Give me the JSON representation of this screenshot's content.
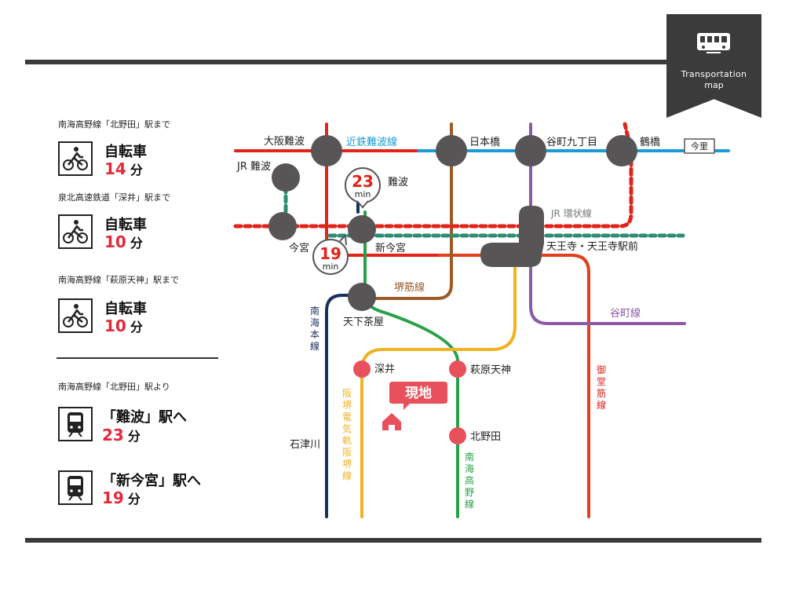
{
  "badge": {
    "line1": "Transportation",
    "line2": "map"
  },
  "routes": [
    {
      "caption": "南海高野線「北野田」駅まで",
      "mode_icon": "bicycle-icon",
      "mode": "自転車",
      "time": "14",
      "unit": "分"
    },
    {
      "caption": "泉北高速鉄道「深井」駅まで",
      "mode_icon": "bicycle-icon",
      "mode": "自転車",
      "time": "10",
      "unit": "分"
    },
    {
      "caption": "南海高野線「萩原天神」駅まで",
      "mode_icon": "bicycle-icon",
      "mode": "自転車",
      "time": "10",
      "unit": "分"
    }
  ],
  "train_caption": "南海高野線「北野田」駅より",
  "trains": [
    {
      "mode_icon": "train-icon",
      "dest": "「難波」駅へ",
      "time": "23",
      "unit": "分"
    },
    {
      "mode_icon": "train-icon",
      "dest": "「新今宮」駅へ",
      "time": "19",
      "unit": "分"
    }
  ],
  "map": {
    "stations": {
      "osaka_namba": "大阪難波",
      "nipponbashi": "日本橋",
      "tanimachi": "谷町九丁目",
      "tsuruhashi": "鶴橋",
      "jr_namba": "JR 難波",
      "namba": "難波",
      "imamiya": "今宮",
      "shin_imamiya": "新今宮",
      "tennoji": "天王寺・天王寺駅前",
      "tengachaya": "天下茶屋",
      "fukai": "深井",
      "hagiharatenjin": "萩原天神",
      "kitanoda": "北野田",
      "ishizugawa": "石津川",
      "imazato": "今里"
    },
    "lines": {
      "kintetsu_namba": "近鉄難波線",
      "jr_loop": "JR 環状線",
      "sakaisuji": "堺筋線",
      "tanimachi": "谷町線",
      "nankai_main": "南海本線",
      "hankai": "阪堺電気軌阪堺線",
      "midosuji": "御堂筋線",
      "nankai_koya": "南海高野線"
    },
    "site_label": "現地",
    "times": {
      "namba": "23",
      "shin_imamiya": "19",
      "unit": "min"
    },
    "colors": {
      "kintetsu": "#1a9ad6",
      "red": "#e2231a",
      "midosuji": "#e2401a",
      "brown": "#9a5b28",
      "tanimachi": "#8d5aa6",
      "nankai_main": "#17305e",
      "koya": "#28a048",
      "hankai": "#f0b324",
      "teal": "#2e8c73",
      "station": "#575555",
      "highlight": "#e8505b"
    }
  }
}
